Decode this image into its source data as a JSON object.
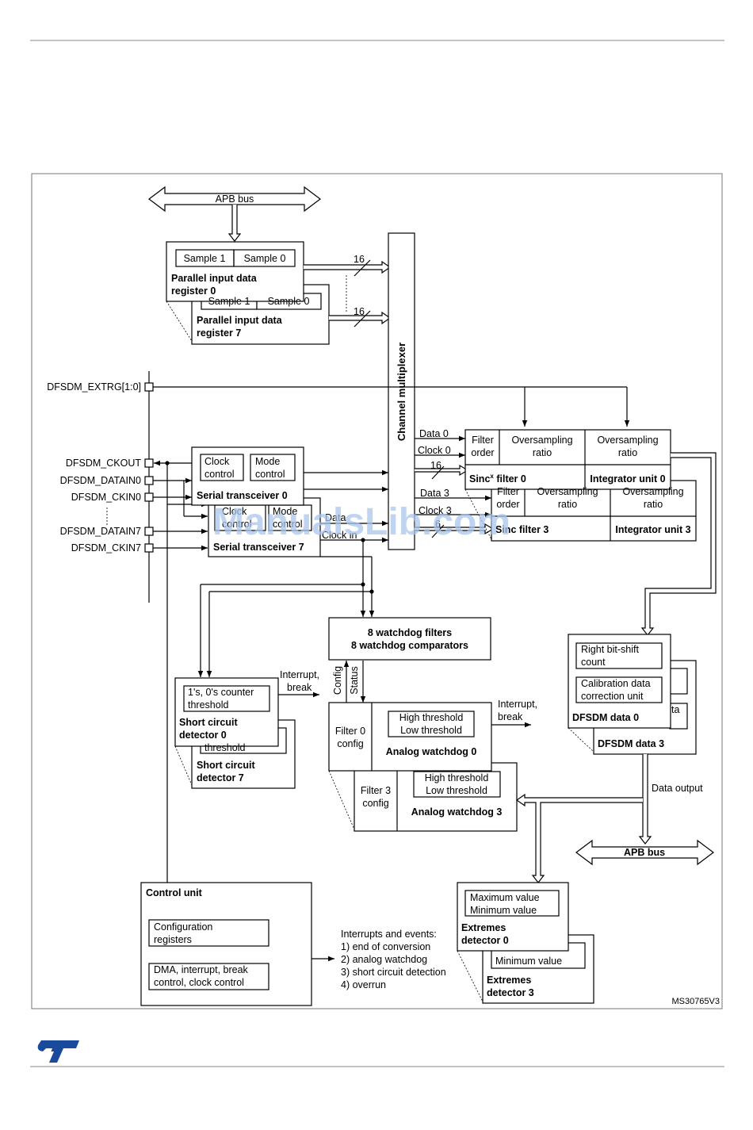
{
  "apb_bus_top": "APB bus",
  "parallel0": {
    "sample1": "Sample 1",
    "sample0": "Sample 0",
    "title_line1": "Parallel input data",
    "title_line2": "register 0"
  },
  "parallel7": {
    "sample1": "Sample 1",
    "sample0": "Sample 0",
    "title_line1": "Parallel input data",
    "title_line2": "register 7"
  },
  "bus_width_0": "16",
  "bus_width_7": "16",
  "pins": {
    "extrg": "DFSDM_EXTRG[1:0]",
    "ckout": "DFSDM_CKOUT",
    "datain0": "DFSDM_DATAIN0",
    "ckin0": "DFSDM_CKIN0",
    "datain7": "DFSDM_DATAIN7",
    "ckin7": "DFSDM_CKIN7"
  },
  "channel_multiplexer": "Channel multiplexer",
  "serial0": {
    "clock_control_l1": "Clock",
    "clock_control_l2": "control",
    "mode_control_l1": "Mode",
    "mode_control_l2": "control",
    "title": "Serial transceiver 0"
  },
  "serial7": {
    "clock_control_l1": "Clock",
    "clock_control_l2": "control",
    "mode_control_l1": "Mode",
    "mode_control_l2": "control",
    "title": "Serial transceiver 7"
  },
  "serial_signals": {
    "data": "Data",
    "clock_in": "Clock in"
  },
  "filter_signals": {
    "data0": "Data 0",
    "clock0": "Clock 0",
    "width16": "16",
    "data3": "Data 3",
    "clock3": "Clock 3",
    "width6": "6"
  },
  "sinc0": {
    "filter_order_l1": "Filter",
    "filter_order_l2": "order",
    "osr_l1": "Oversampling",
    "osr_l2": "ratio",
    "title": "Sinc",
    "title_sup": "x",
    "title_rest": " filter 0"
  },
  "integrator0": {
    "osr_l1": "Oversampling",
    "osr_l2": "ratio",
    "title": "Integrator unit 0"
  },
  "sinc3": {
    "filter_order_l1": "Filter",
    "filter_order_l2": "order",
    "osr_l1": "Oversampling",
    "osr_l2": "ratio",
    "title": "Sinc filter 3"
  },
  "integrator3": {
    "osr_l1": "Oversampling",
    "osr_l2": "ratio",
    "title": "Integrator unit 3"
  },
  "watchdog_filters": {
    "line1": "8 watchdog filters",
    "line2": "8 watchdog comparators"
  },
  "short_circuit0": {
    "counter_l1": "1's, 0's counter",
    "counter_l2": "threshold",
    "title_l1": "Short circuit",
    "title_l2": "detector 0"
  },
  "short_circuit7": {
    "counter_l2": "threshold",
    "title_l1": "Short circuit",
    "title_l2": "detector 7"
  },
  "interrupt_break": {
    "l1": "Interrupt,",
    "l2": "break"
  },
  "config_label": "Config",
  "status_label": "Status",
  "awd0": {
    "filter_cfg_l1": "Filter 0",
    "filter_cfg_l2": "config",
    "high": "High threshold",
    "low": "Low threshold",
    "title": "Analog watchdog 0"
  },
  "awd3": {
    "filter_cfg_l1": "Filter 3",
    "filter_cfg_l2": "config",
    "high": "High threshold",
    "low": "Low threshold",
    "title": "Analog watchdog 3"
  },
  "awd_interrupt": {
    "l1": "Interrupt,",
    "l2": "break"
  },
  "dfsdm_data0": {
    "shift_l1": "Right bit-shift",
    "shift_l2": "count",
    "calib_l1": "Calibration data",
    "calib_l2": "correction unit",
    "title": "DFSDM data 0"
  },
  "dfsdm_data3": {
    "title": "DFSDM data 3",
    "partial": "ta"
  },
  "data_output": "Data output",
  "apb_bus_bottom": "APB bus",
  "control_unit": {
    "title": "Control unit",
    "config_l1": "Configuration",
    "config_l2": "registers",
    "dma_l1": "DMA, interrupt, break",
    "dma_l2": "control, clock control"
  },
  "interrupts_list": {
    "heading": "Interrupts and events:",
    "items": [
      "1) end of conversion",
      "2) analog watchdog",
      "3) short circuit detection",
      "4) overrun"
    ]
  },
  "extremes0": {
    "max": "Maximum value",
    "min": "Minimum value",
    "title_l1": "Extremes",
    "title_l2": "detector 0"
  },
  "extremes3": {
    "min": "Minimum value",
    "title_l1": "Extremes",
    "title_l2": "detector 3"
  },
  "figure_code": "MS30765V3",
  "watermark": "ManualsLib.com",
  "logo_text": "ST",
  "colors": {
    "logo_blue": "#1a4a9c",
    "watermark": "#a9c6ec"
  }
}
